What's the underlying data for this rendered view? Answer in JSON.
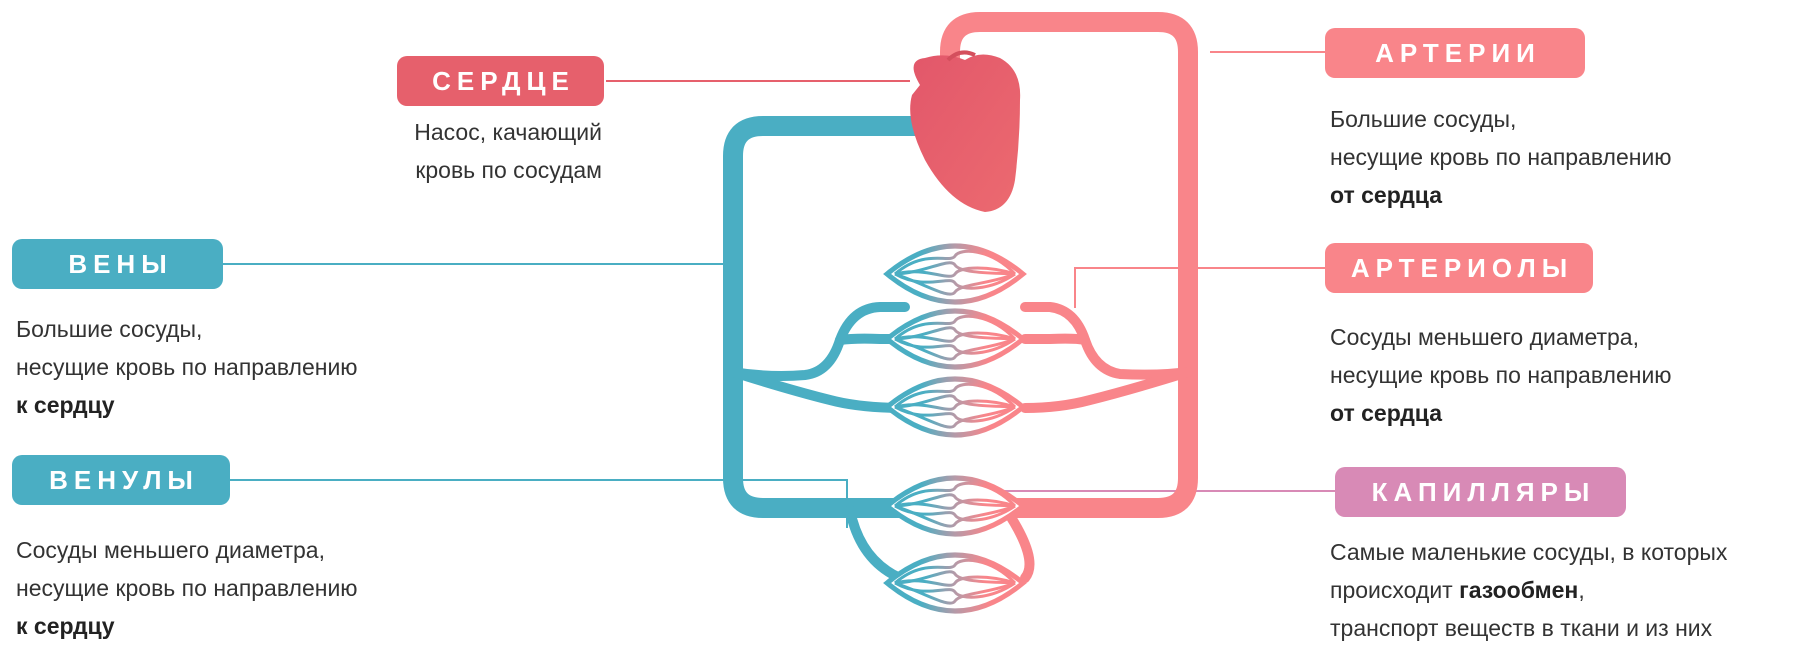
{
  "colors": {
    "artery": "#f9858a",
    "vein": "#4aaec3",
    "heart": "#e6606c",
    "capillary_label": "#d88ab6",
    "text": "#333333"
  },
  "heart": {
    "label": "СЕРДЦЕ",
    "desc": [
      "Насос, качающий",
      "кровь по сосудам"
    ]
  },
  "arteries": {
    "label": "АРТЕРИИ",
    "desc": [
      "Большие сосуды,",
      "несущие кровь по направлению"
    ],
    "desc_bold": "от сердца"
  },
  "arterioles": {
    "label": "АРТЕРИОЛЫ",
    "desc": [
      "Сосуды меньшего диаметра,",
      "несущие кровь по направлению"
    ],
    "desc_bold": "от сердца"
  },
  "capillaries": {
    "label": "КАПИЛЛЯРЫ",
    "line1": "Самые маленькие сосуды, в которых",
    "line2_pre": "происходит ",
    "line2_bold": "газообмен",
    "line2_post": ",",
    "line3": "транспорт веществ в ткани и из них"
  },
  "veins": {
    "label": "ВЕНЫ",
    "desc": [
      "Большие сосуды,",
      "несущие кровь по направлению"
    ],
    "desc_bold": "к сердцу"
  },
  "venules": {
    "label": "ВЕНУЛЫ",
    "desc": [
      "Сосуды меньшего диаметра,",
      "несущие кровь по направлению"
    ],
    "desc_bold": "к сердцу"
  }
}
